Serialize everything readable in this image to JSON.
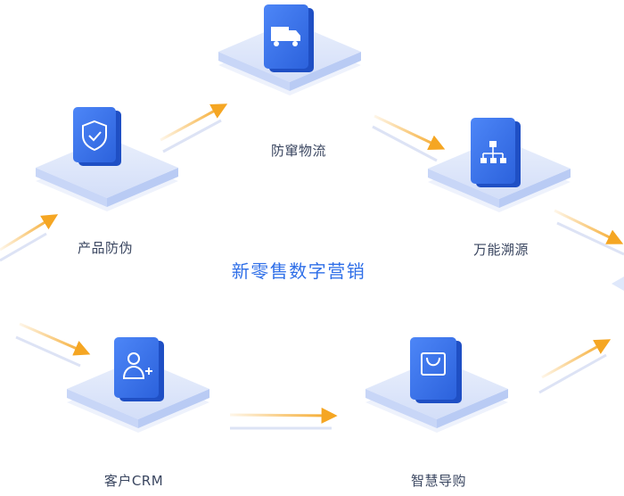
{
  "center_title": "新零售数字营销",
  "nodes": {
    "anti_counterfeit": {
      "label": "产品防伪",
      "icon": "shield-check-icon"
    },
    "anti_channel_logistics": {
      "label": "防窜物流",
      "icon": "truck-icon"
    },
    "traceability": {
      "label": "万能溯源",
      "icon": "hierarchy-tree-icon"
    },
    "crm": {
      "label": "客户CRM",
      "icon": "add-user-icon"
    },
    "smart_shopping_guide": {
      "label": "智慧导购",
      "icon": "shopping-bag-icon"
    }
  },
  "colors": {
    "icon_blue": "#2f6fe8",
    "platform_top": "#dfe8fb",
    "platform_side": "#c8d6f7",
    "arrow_orange": "#f5a623",
    "arrow_shadow": "#dde3f5",
    "label_text": "#3a4660"
  }
}
